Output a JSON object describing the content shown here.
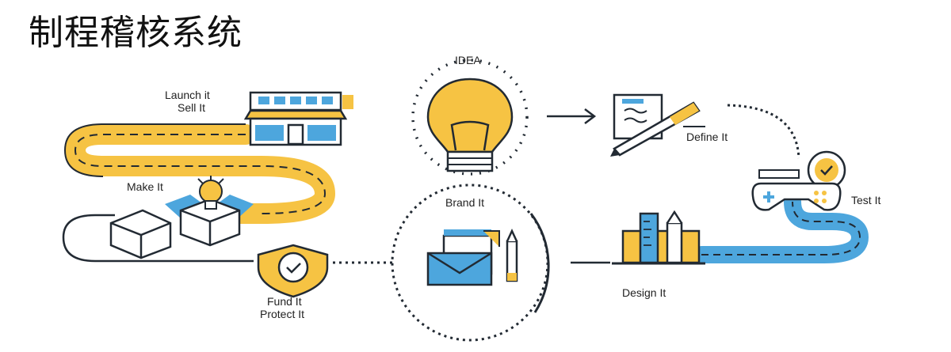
{
  "title": "制程稽核系统",
  "labels": {
    "idea": "IDEA",
    "launch": "Launch it",
    "sell": "Sell It",
    "make": "Make It",
    "define": "Define It",
    "test": "Test It",
    "brand": "Brand It",
    "design": "Design It",
    "fund": "Fund It",
    "protect": "Protect It"
  },
  "colors": {
    "yellow": "#F6C343",
    "blue": "#4DA6DD",
    "dark": "#222A33"
  }
}
